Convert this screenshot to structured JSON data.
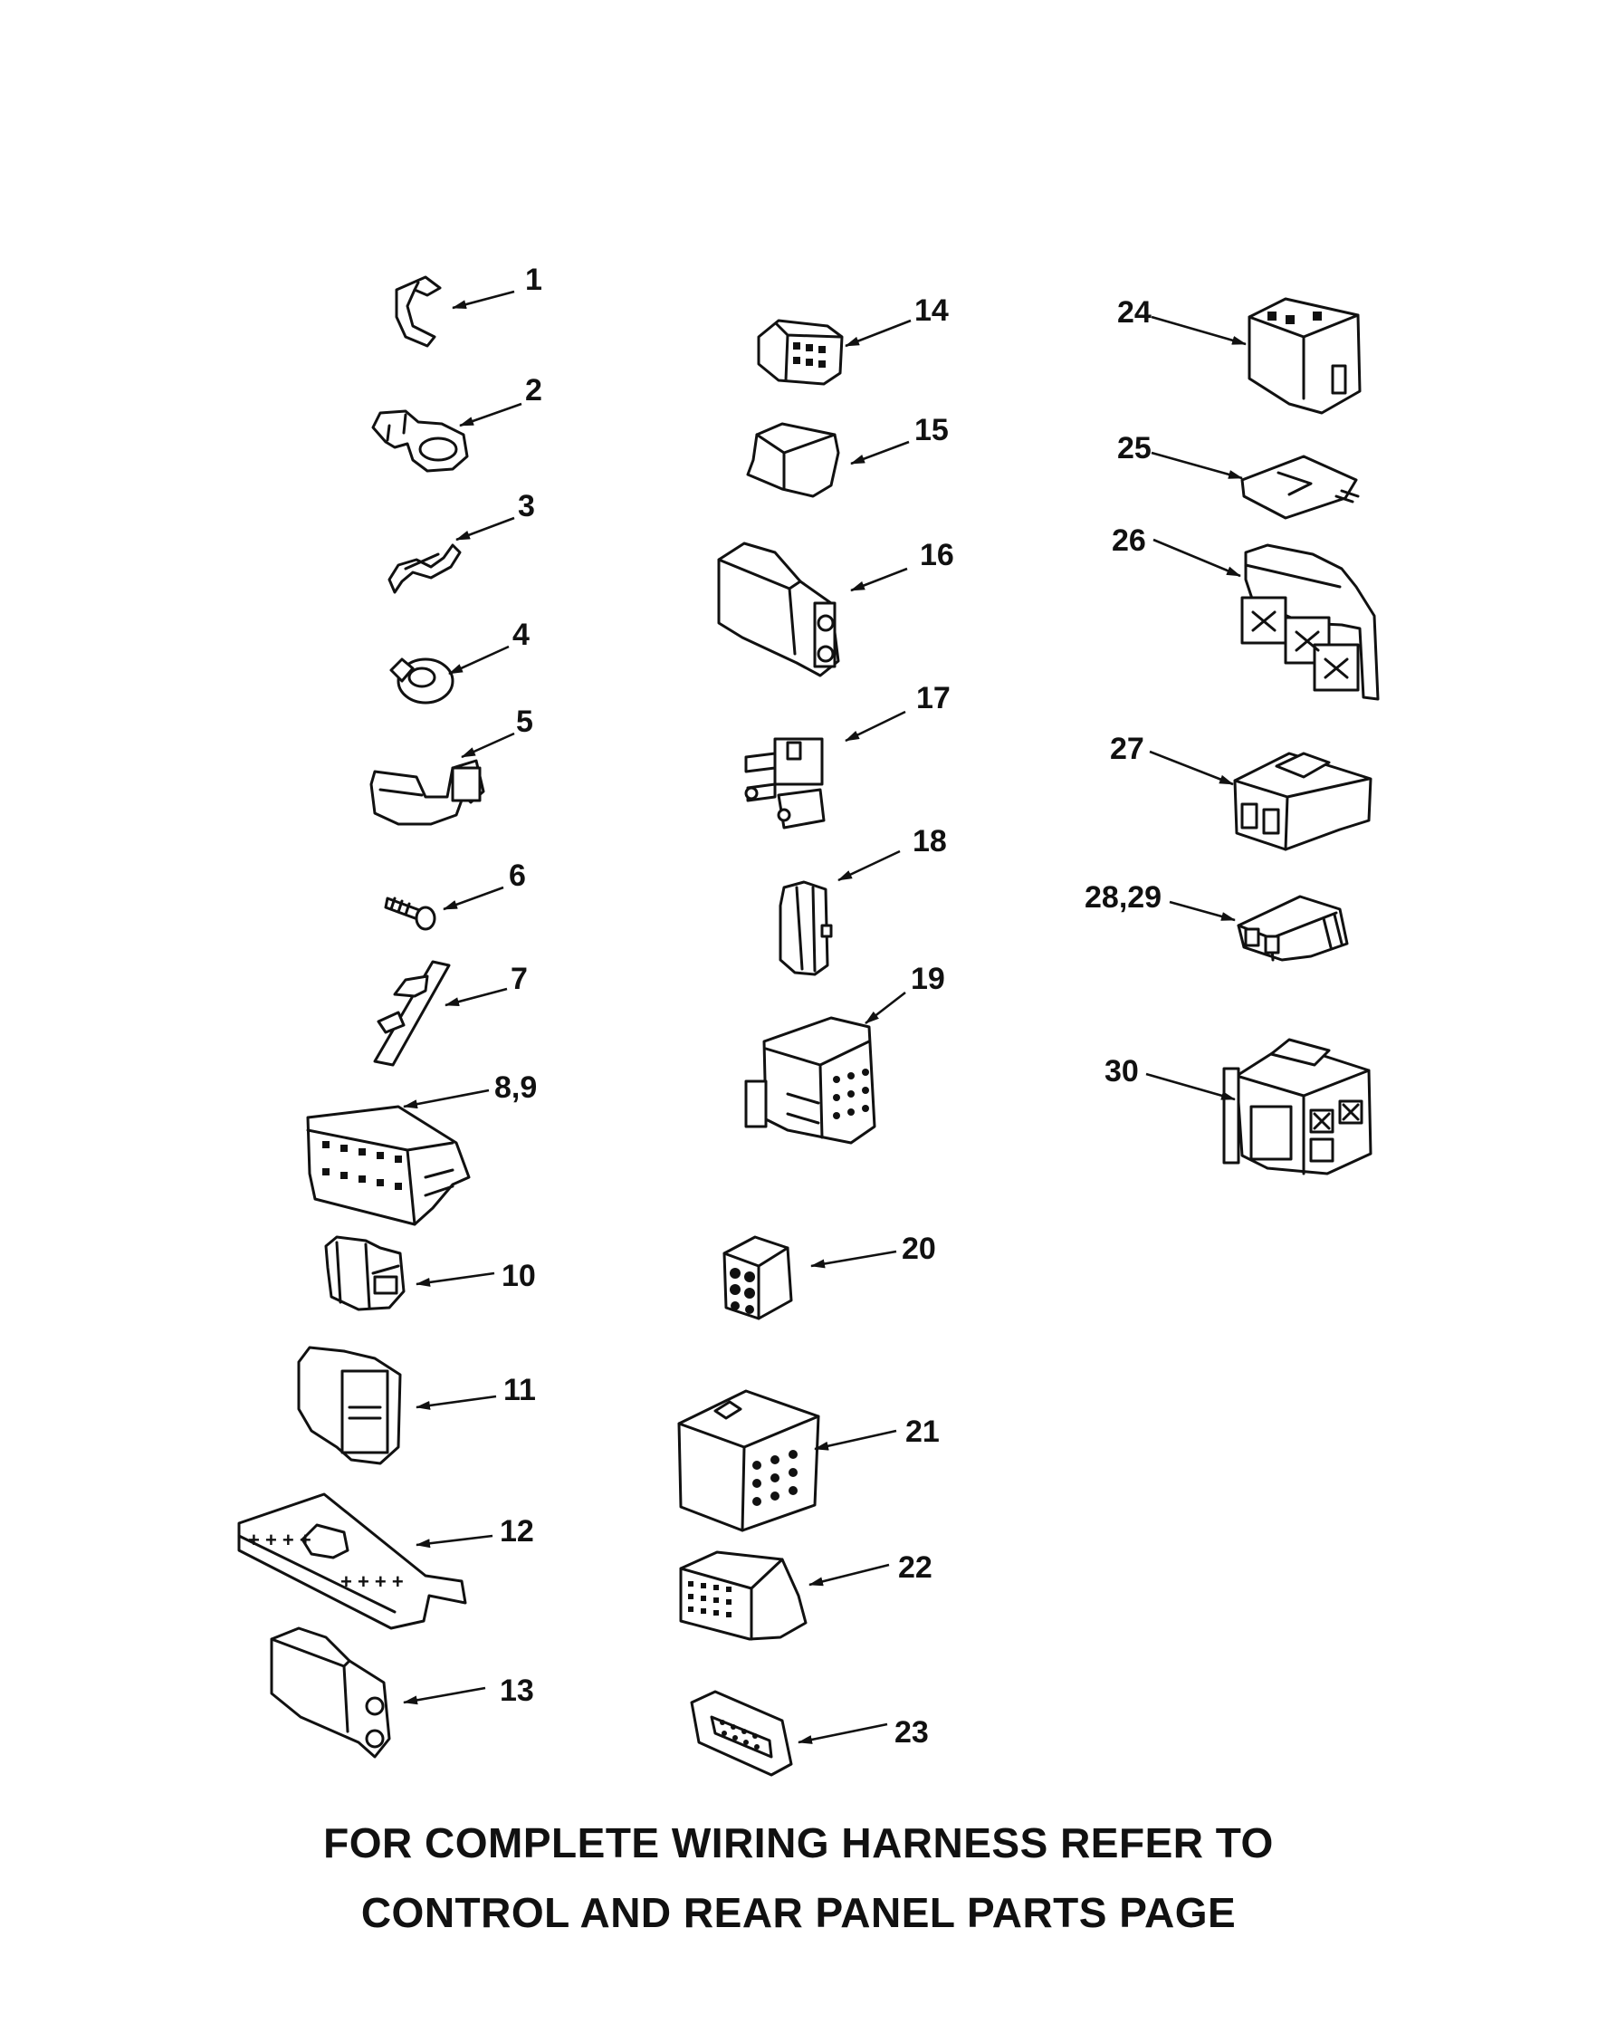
{
  "callouts": [
    "1",
    "2",
    "3",
    "4",
    "5",
    "6",
    "7",
    "8,9",
    "10",
    "11",
    "12",
    "13",
    "14",
    "15",
    "16",
    "17",
    "18",
    "19",
    "20",
    "21",
    "22",
    "23",
    "24",
    "25",
    "26",
    "27",
    "28,29",
    "30"
  ],
  "footer": {
    "line1": "FOR COMPLETE WIRING HARNESS REFER TO",
    "line2": "CONTROL AND REAR PANEL PARTS PAGE"
  },
  "colors": {
    "ink": "#111111",
    "paper": "#ffffff"
  }
}
